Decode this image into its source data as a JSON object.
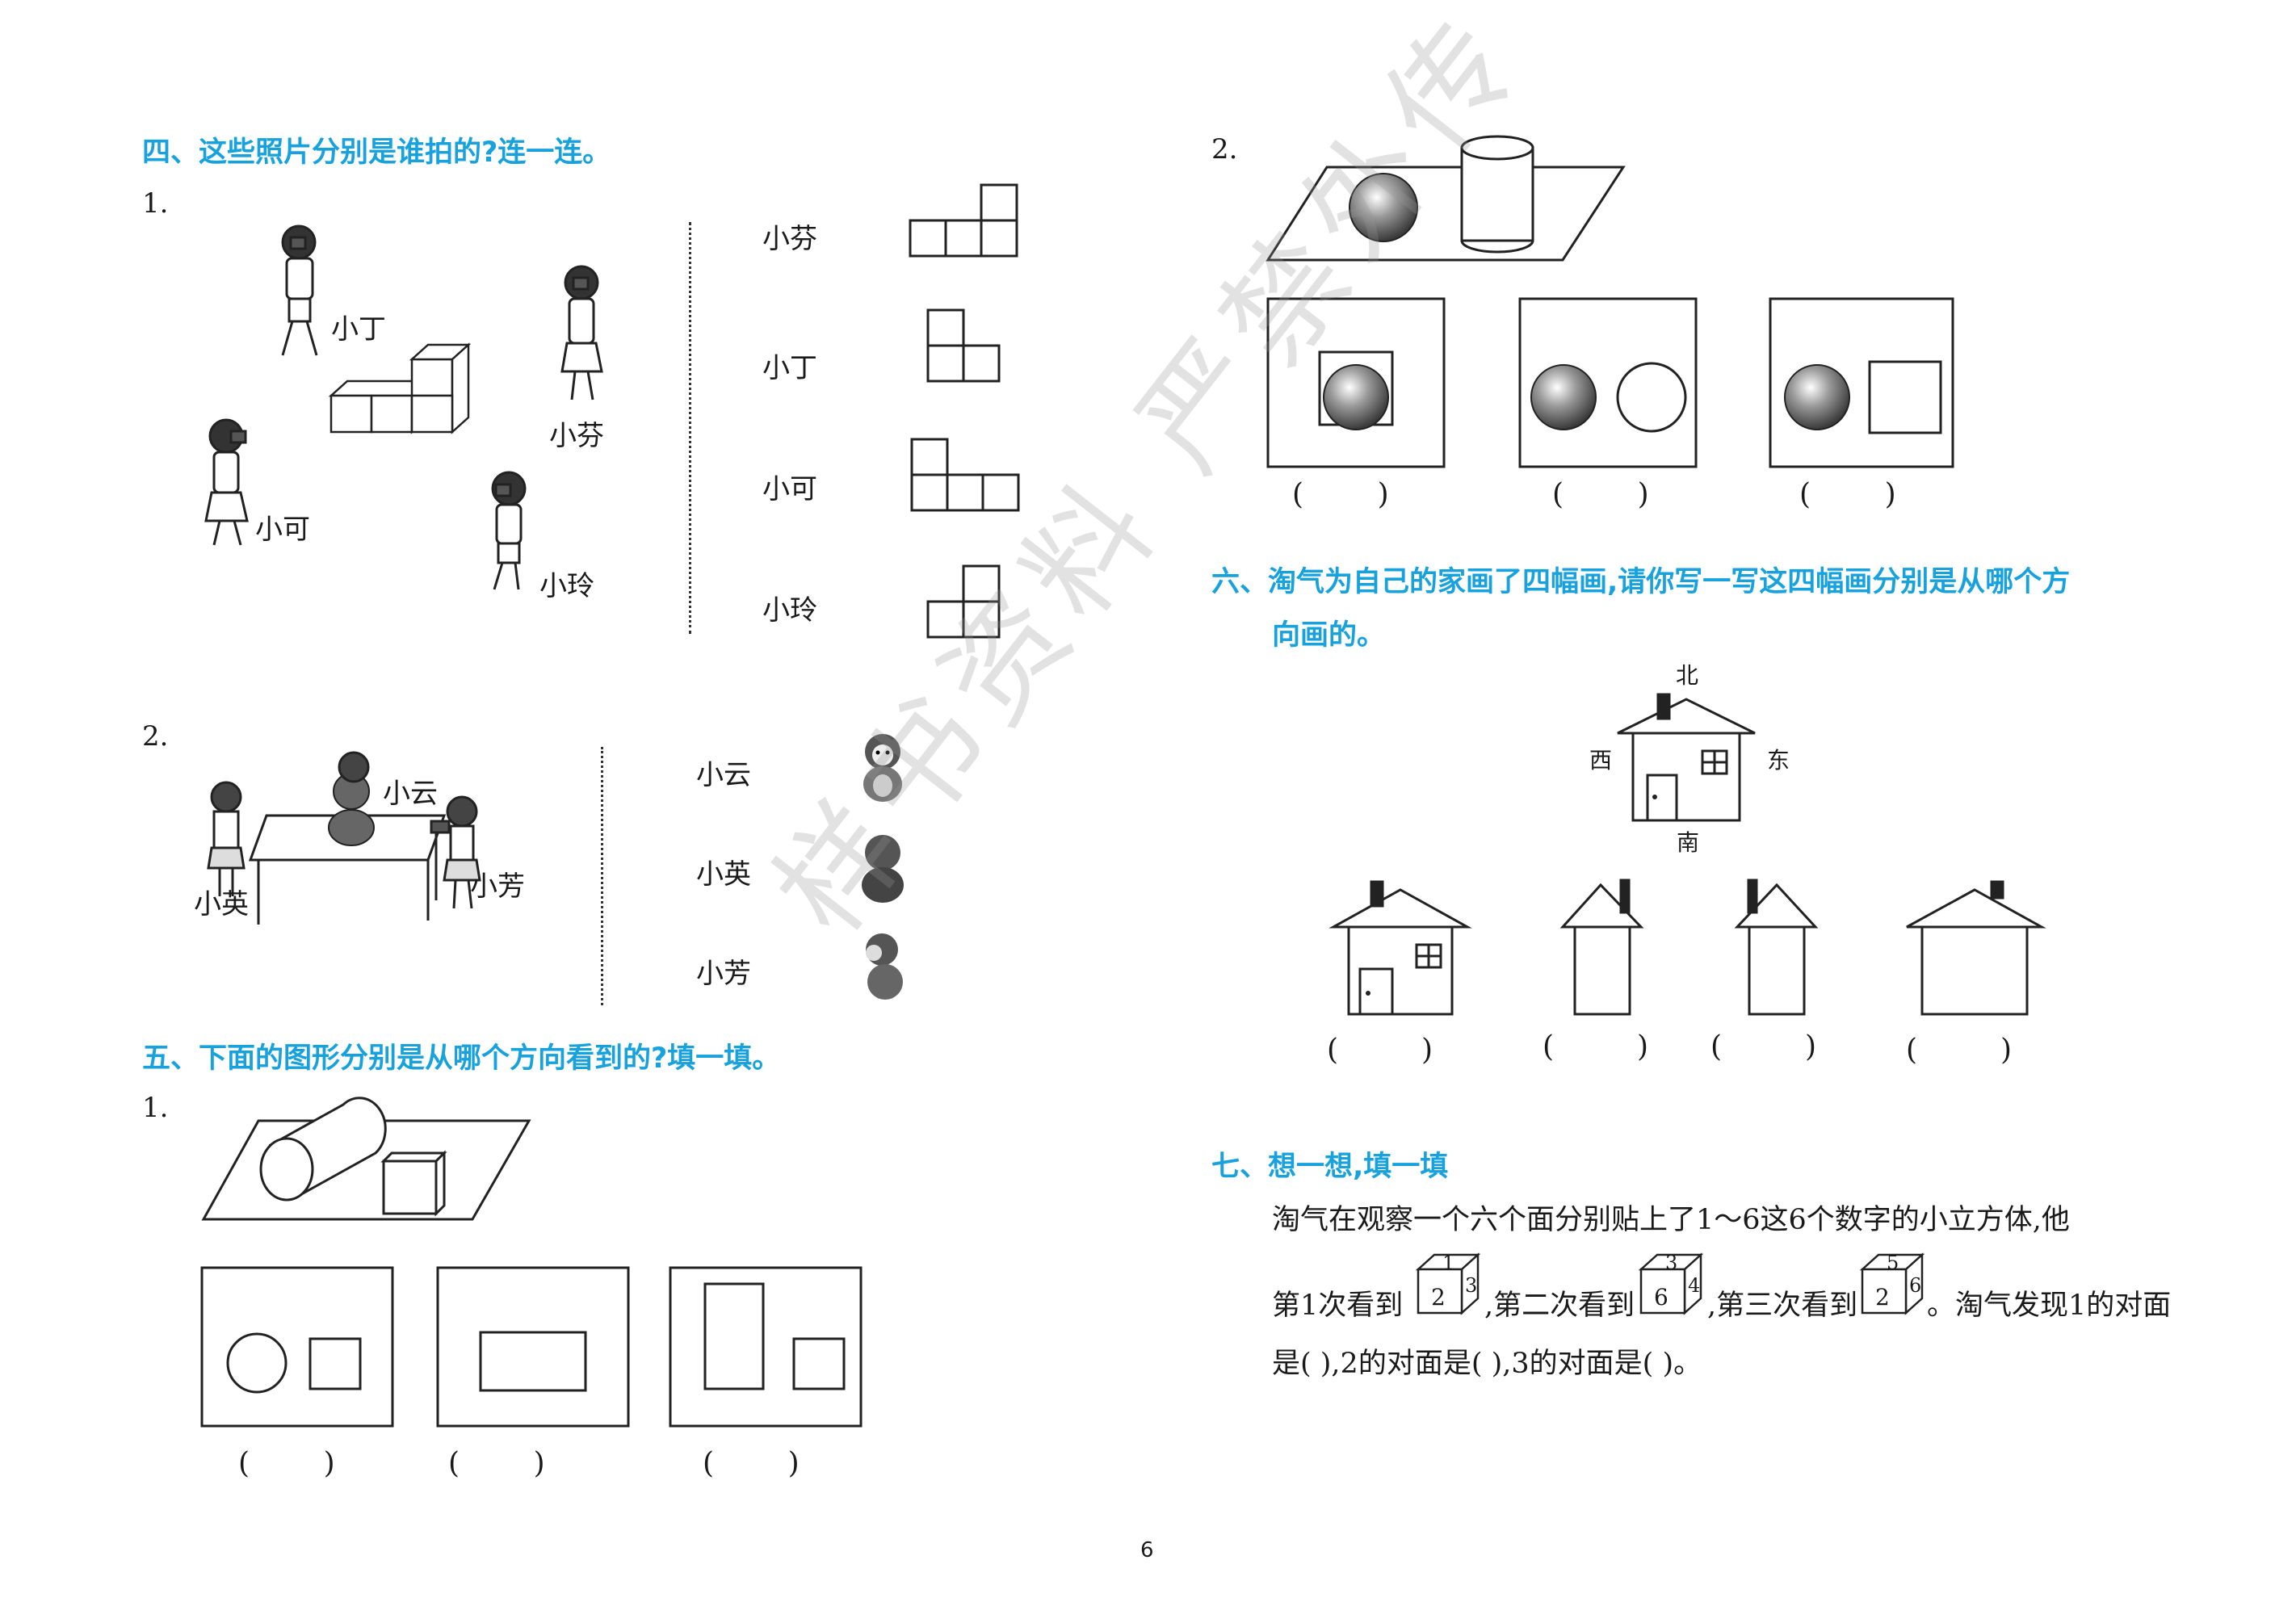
{
  "section4": {
    "heading": "四、这些照片分别是谁拍的?连一连。",
    "q1": {
      "number": "1.",
      "people": [
        "小丁",
        "小芬",
        "小可",
        "小玲"
      ],
      "names": [
        "小芬",
        "小丁",
        "小可",
        "小玲"
      ]
    },
    "q2": {
      "number": "2.",
      "people": [
        "小云",
        "小英",
        "小芳"
      ],
      "names": [
        "小云",
        "小英",
        "小芳"
      ]
    }
  },
  "section5": {
    "heading": "五、下面的图形分别是从哪个方向看到的?填一填。",
    "q1": {
      "number": "1.",
      "blanks": [
        "(        )",
        "(        )",
        "(        )"
      ]
    },
    "q2": {
      "number": "2.",
      "blanks": [
        "(        )",
        "(        )",
        "(        )"
      ]
    }
  },
  "section6": {
    "heading_line1": "六、淘气为自己的家画了四幅画,请你写一写这四幅画分别是从哪个方",
    "heading_line2": "向画的。",
    "compass": {
      "north": "北",
      "south": "南",
      "west": "西",
      "east": "东"
    },
    "blanks": [
      "(         )",
      "(         )",
      "(         )",
      "(         )"
    ]
  },
  "section7": {
    "heading": "七、想一想,填一填",
    "line1": "淘气在观察一个六个面分别贴上了1～6这6个数字的小立方体,他",
    "line2_a": "第1次看到",
    "line2_b": ",第二次看到",
    "line2_c": ",第三次看到",
    "line2_d": "。淘气发现1的对面",
    "line3": "是(      ),2的对面是(      ),3的对面是(      )。",
    "cube1": {
      "front": "2",
      "top": "1",
      "side": "3"
    },
    "cube2": {
      "front": "6",
      "top": "3",
      "side": "4"
    },
    "cube3": {
      "front": "2",
      "top": "5",
      "side": "6"
    }
  },
  "watermark": "样书资料 严禁外传",
  "page_number": "6"
}
